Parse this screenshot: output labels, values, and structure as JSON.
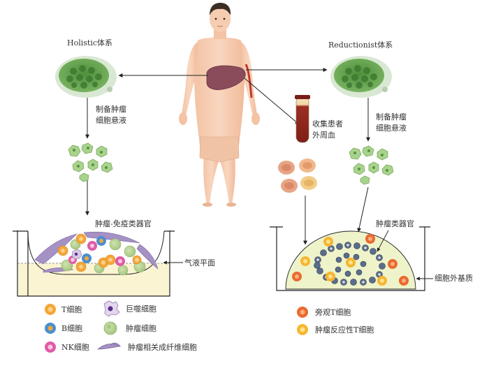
{
  "labels": {
    "holistic": "Holistic体系",
    "reductionist": "Reductionist体系",
    "prep_left_1": "制备肿瘤",
    "prep_left_2": "细胞悬液",
    "prep_right_1": "制备肿瘤",
    "prep_right_2": "细胞悬液",
    "collect_1": "收集患者",
    "collect_2": "外周血",
    "organoid_immune": "肿瘤-免疫类器官",
    "air_liquid": "气液平面",
    "tumor_organoid": "肿瘤类器官",
    "ecm": "细胞外基质"
  },
  "legend_left": [
    {
      "label": "T细胞",
      "icon": "t-cell-icon",
      "color": "#f4a637"
    },
    {
      "label": "巨噬细胞",
      "icon": "macrophage-icon",
      "color": "#c9b8d8"
    },
    {
      "label": "B细胞",
      "icon": "b-cell-icon",
      "color": "#4a8fd0"
    },
    {
      "label": "肿瘤细胞",
      "icon": "tumor-cell-icon",
      "color": "#b6cf8e"
    },
    {
      "label": "NK细胞",
      "icon": "nk-cell-icon",
      "color": "#e05aa6"
    },
    {
      "label": "肿瘤相关成纤维细胞",
      "icon": "fibroblast-icon",
      "color": "#9c86b6"
    }
  ],
  "legend_right": [
    {
      "label": "旁观T细胞",
      "icon": "bystander-t-cell-icon",
      "color": "#ea6a2e"
    },
    {
      "label": "肿瘤反应性T细胞",
      "icon": "tumor-reactive-t-cell-icon",
      "color": "#f6b630"
    }
  ]
}
